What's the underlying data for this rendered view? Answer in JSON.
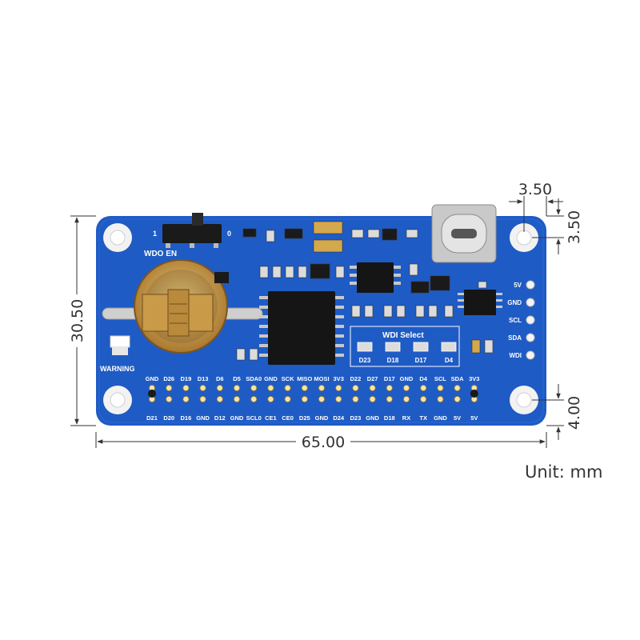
{
  "dimensions": {
    "width": "65.00",
    "height": "30.50",
    "hole_offset_x": "3.50",
    "hole_offset_y": "3.50",
    "hole_offset_bottom": "4.00"
  },
  "unit_label": "Unit: mm",
  "board": {
    "color": "#1f5bc4",
    "switch_labels": {
      "left": "1",
      "right": "0",
      "name": "WDO EN"
    },
    "warning_label": "WARNING",
    "wdi_select": {
      "title": "WDI Select",
      "options": [
        "D23",
        "D18",
        "D17",
        "D4"
      ]
    },
    "side_pins": [
      "5V",
      "GND",
      "SCL",
      "SDA",
      "WDI"
    ],
    "header_top_labels": [
      "GND",
      "D26",
      "D19",
      "D13",
      "D6",
      "D5",
      "SDA0",
      "GND",
      "SCK",
      "MISO",
      "MOSI",
      "3V3",
      "D22",
      "D27",
      "D17",
      "GND",
      "D4",
      "SCL",
      "SDA",
      "3V3"
    ],
    "header_bottom_labels": [
      "D21",
      "D20",
      "D16",
      "GND",
      "D12",
      "GND",
      "SCL0",
      "CE1",
      "CE0",
      "D25",
      "GND",
      "D24",
      "D23",
      "GND",
      "D18",
      "RX",
      "TX",
      "GND",
      "5V",
      "5V"
    ]
  }
}
